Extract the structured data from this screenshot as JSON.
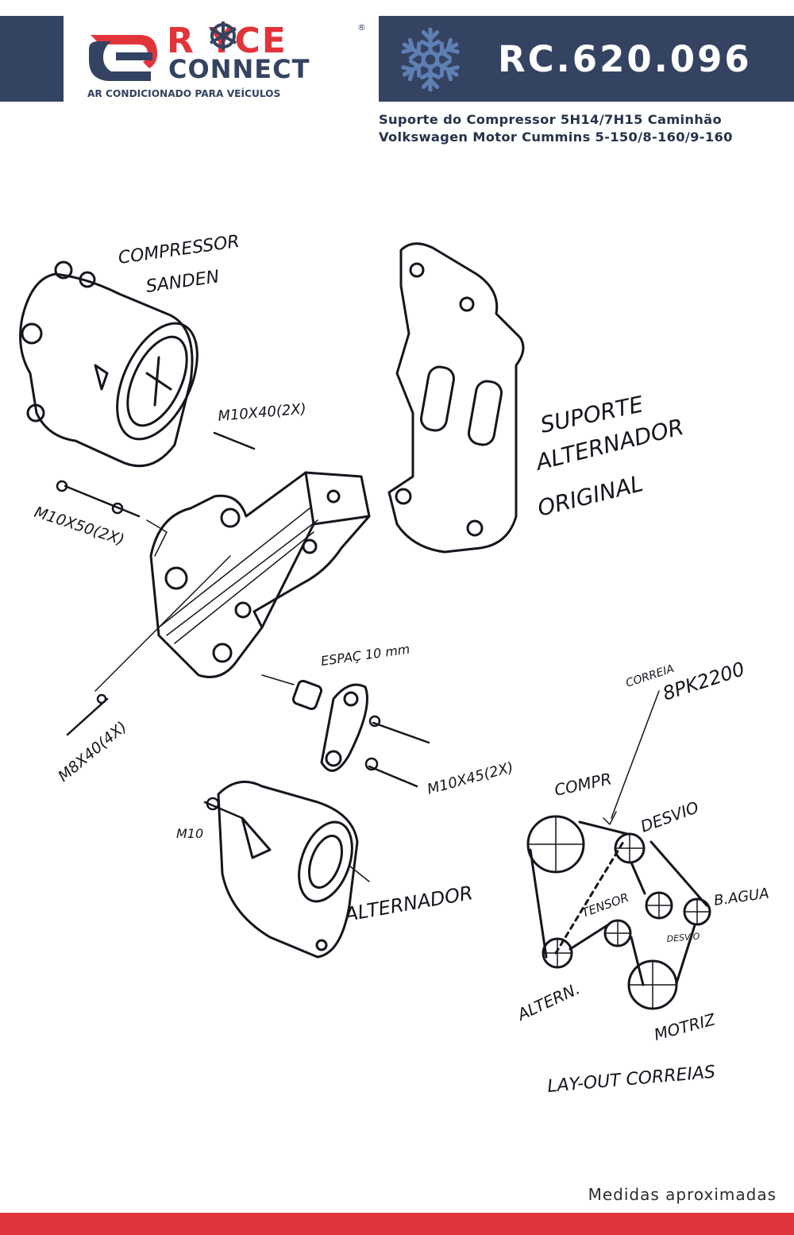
{
  "brand": {
    "name_top": "R YCE",
    "name_bottom": "CONNECT",
    "registered": "®",
    "tagline": "AR CONDICIONADO PARA VEÍCULOS",
    "colors": {
      "navy": "#344361",
      "red": "#e1343a",
      "flake": "#5e7fb4"
    }
  },
  "header": {
    "code": "RC.620.096",
    "icon": "snowflake-icon"
  },
  "subtitle": {
    "line1": "Suporte do Compressor 5H14/7H15 Caminhão",
    "line2": "Volkswagen Motor Cummins 5-150/8-160/9-160"
  },
  "drawing": {
    "labels": {
      "compressor": "COMPRESSOR",
      "sanden": "SANDEN",
      "suporte_1": "SUPORTE",
      "suporte_2": "ALTERNADOR",
      "suporte_3": "ORIGINAL",
      "m10x40": "M10X40(2X)",
      "m10x50": "M10X50(2X)",
      "m8x40": "M8X40(4X)",
      "espac": "ESPAÇ 10 mm",
      "m10x45": "M10X45(2X)",
      "m10": "M10",
      "alternador": "ALTERNADOR",
      "correia_1": "CORREIA",
      "correia_2": "8PK2200",
      "compr": "COMPR",
      "desvio": "DESVIO",
      "tensor": "TENSOR",
      "b_agua": "B.AGUA",
      "desvio_small": "DESVIO",
      "altern": "ALTERN.",
      "motriz": "MOTRIZ",
      "layout": "LAY-OUT CORREIAS"
    }
  },
  "footer": {
    "note": "Medidas aproximadas"
  }
}
